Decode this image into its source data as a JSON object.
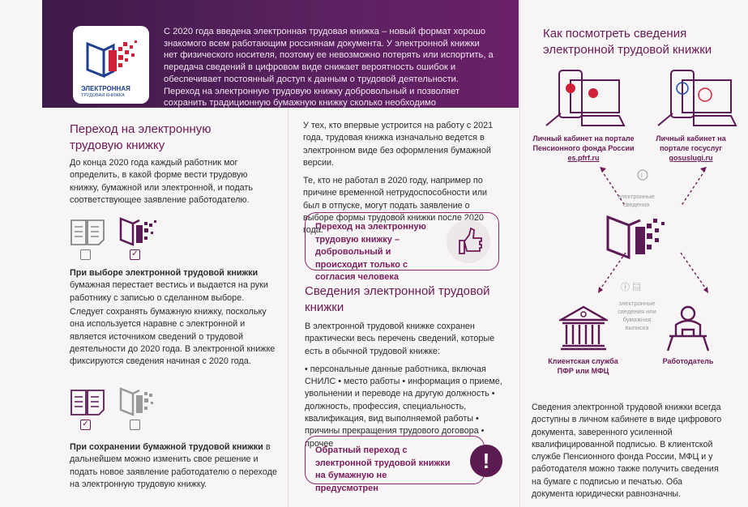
{
  "logo": {
    "line1": "ЭЛЕКТРОННАЯ",
    "line2": "ТРУДОВАЯ КНИЖКА"
  },
  "intro": "С 2020 года введена электронная трудовая книжка – новый формат хорошо знакомого всем работающим россиянам документа. У электронной книжки нет физического носителя, поэтому ее невозможно потерять или испортить, а передача сведений в цифровом виде снижает вероятность ошибок и обеспечивает постоянный доступ к данным о трудовой деятельности. Переход на электронную трудовую книжку добровольный и позволяет сохранить традиционную бумажную книжку сколько необходимо",
  "left": {
    "title": "Переход на электронную трудовую книжку",
    "p1": "До конца 2020 года каждый работник мог определить, в какой форме вести трудовую книжку, бумажной или электронной, и подать соответствующее заявление работодателю.",
    "choice1_bold": "При выборе электронной трудовой книжки",
    "choice1_text": "бумажная перестает вестись и выдается на руки работнику с записью о сделанном выборе.",
    "p2": "Следует сохранять бумажную книжку, поскольку она используется наравне с электронной и является источником сведений о трудовой деятельности до 2020 года. В электронной книжке фиксируются сведения начиная с 2020 года.",
    "choice2_bold": "При сохранении бумажной трудовой книжки",
    "choice2_text": "в дальнейшем можно изменить свое решение и подать новое заявление работодателю о переходе на электронную трудовую книжку."
  },
  "middle": {
    "p1": "У тех, кто впервые устроится на работу с 2021 года, трудовая книжка изначально ведется в электронном виде без оформления бумажной версии.",
    "p2": "Те, кто не работал в 2020 году, например по причине временной нетрудоспособности или был в отпуске, могут подать заявление о выборе формы трудовой книжки после 2020 года.",
    "callout1": "Переход на электронную трудовую книжку – добровольный и происходит только с согласия человека",
    "title": "Сведения электронной трудовой книжки",
    "p3": "В электронной трудовой книжке сохранен практически весь перечень сведений, которые есть в обычной трудовой книжке:",
    "list": "• персональные данные работника, включая СНИЛС • место работы • информация о приеме, увольнении и переводе на другую должность • должность, профессия, специальность, квалификация, вид выполняемой работы • причины прекращения трудового договора • прочее",
    "callout2": "Обратный переход с электронной трудовой книжки на бумажную не предусмотрен"
  },
  "right": {
    "title": "Как посмотреть сведения электронной трудовой книжки",
    "pfr_caption": "Личный кабинет на портале Пенсионного фонда России",
    "pfr_link": "es.pfrf.ru",
    "gos_caption": "Личный кабинет на портале госуслуг",
    "gos_link": "gosuslugi.ru",
    "label_electronic": "электронные сведения",
    "label_both": "электронные сведения или бумажная выписка",
    "office": "Клиентская служба ПФР или МФЦ",
    "employer": "Работодатель",
    "text": "Сведения электронной трудовой книжки всегда доступны в личном кабинете в виде цифрового документа, заверенного усиленной квалифицированной подписью. В клиентской службе Пенсионного фонда России, МФЦ и у работодателя можно также получить сведения на бумаге с подписью и печатью. Оба документа юридически равнозначны."
  }
}
